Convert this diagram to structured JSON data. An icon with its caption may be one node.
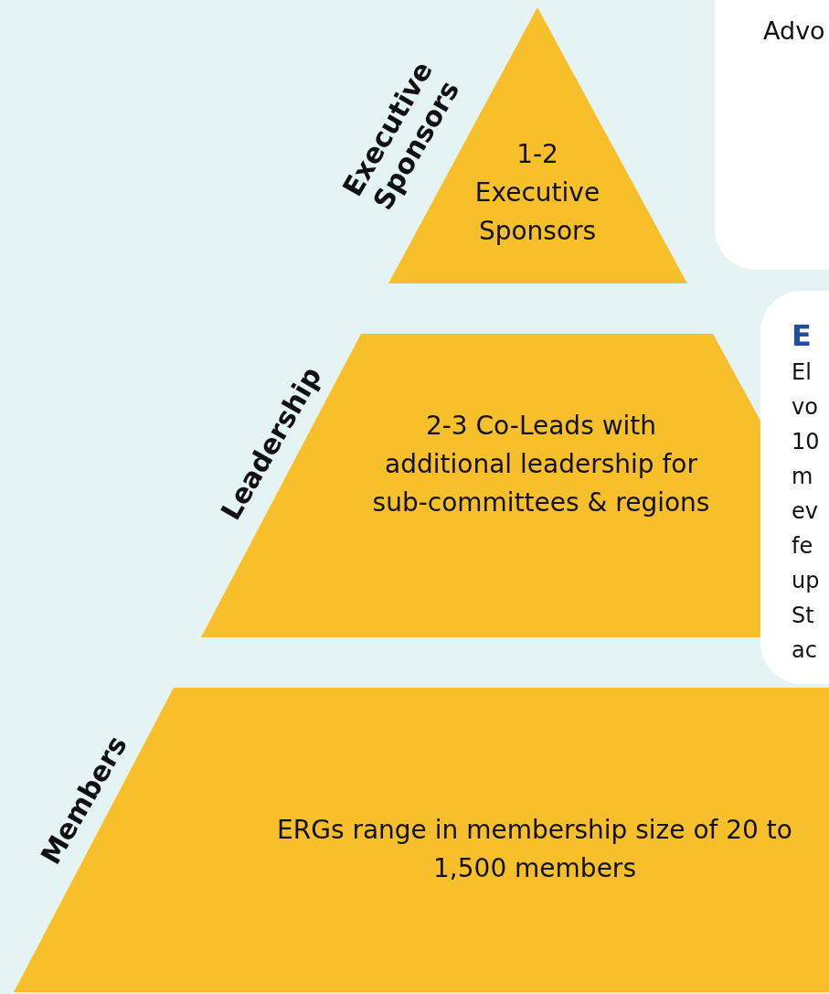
{
  "diagram": {
    "nodes": [
      {
        "text": [
          "1-2 Executive Sponsors"
        ],
        "beside": [
          "Executive Sponsors"
        ]
      },
      {
        "text": [
          "2-3 Co-Leads with additional leadership for sub-committees & regions"
        ],
        "beside": [
          "Leadership"
        ]
      },
      {
        "text": [
          "ERGs range in membership size of 20 to 1,500 members"
        ],
        "beside": [
          "Members"
        ]
      },
      {
        "text": [
          "Advo"
        ]
      },
      {
        "text": [
          "E",
          "El vo 10 m ev fe up St ac"
        ]
      }
    ]
  }
}
